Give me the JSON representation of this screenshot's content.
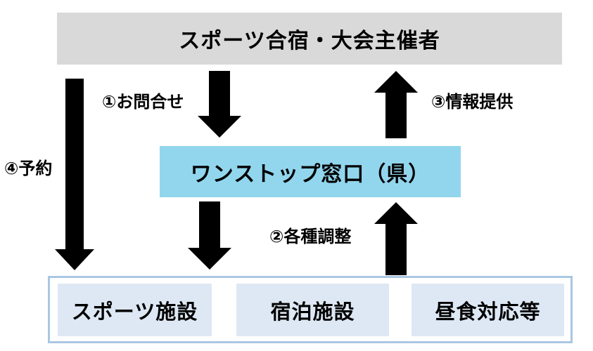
{
  "diagram": {
    "organizer_label": "スポーツ合宿・大会主催者",
    "onestop_label": "ワンストップ窓口（県）",
    "flow_labels": {
      "inquiry": "①お問合せ",
      "coordination": "②各種調整",
      "information": "③情報提供",
      "reservation": "④予約"
    },
    "facilities": [
      "スポーツ施設",
      "宿泊施設",
      "昼食対応等"
    ],
    "icons": {
      "inquiry_arrow": "arrow-down-icon",
      "coordination_down_arrow": "arrow-down-icon",
      "coordination_up_arrow": "arrow-up-icon",
      "information_arrow": "arrow-up-icon",
      "reservation_arrow": "arrow-down-icon"
    },
    "colors": {
      "organizer_bg": "#d9d9d9",
      "onestop_bg": "#92d6ee",
      "facility_bg": "#dee8f4",
      "facility_frame_border": "#a9c7e3",
      "arrow": "#000000",
      "text": "#000000"
    }
  }
}
